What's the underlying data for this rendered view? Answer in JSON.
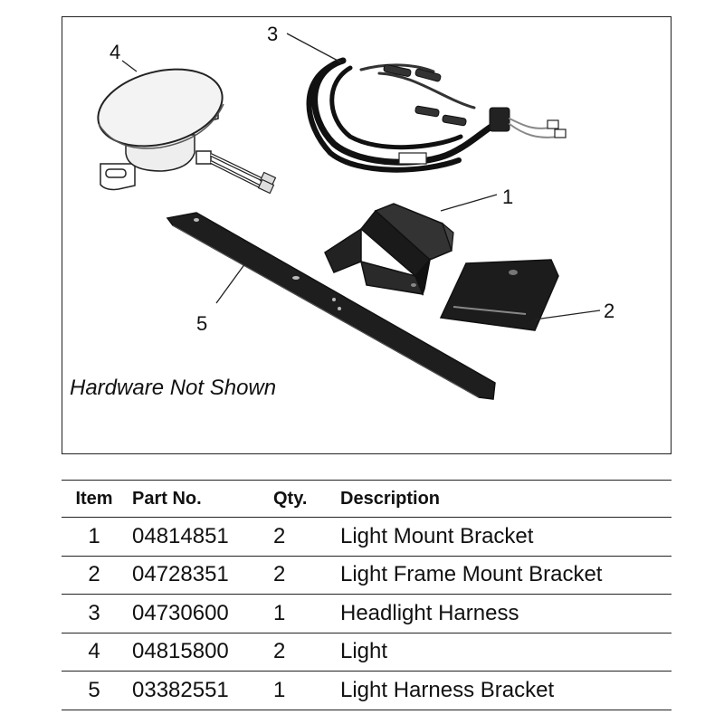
{
  "figure": {
    "callouts": [
      "1",
      "2",
      "3",
      "4",
      "5"
    ],
    "note": "Hardware Not Shown",
    "part_icons": [
      "light-mount-bracket-icon",
      "light-frame-mount-bracket-icon",
      "headlight-harness-icon",
      "light-icon",
      "light-harness-bracket-icon"
    ]
  },
  "table": {
    "headers": [
      "Item",
      "Part No.",
      "Qty.",
      "Description"
    ],
    "rows": [
      {
        "item": "1",
        "part_no": "04814851",
        "qty": "2",
        "description": "Light Mount Bracket"
      },
      {
        "item": "2",
        "part_no": "04728351",
        "qty": "2",
        "description": "Light Frame Mount Bracket"
      },
      {
        "item": "3",
        "part_no": "04730600",
        "qty": "1",
        "description": "Headlight Harness"
      },
      {
        "item": "4",
        "part_no": "04815800",
        "qty": "2",
        "description": "Light"
      },
      {
        "item": "5",
        "part_no": "03382551",
        "qty": "1",
        "description": "Light Harness Bracket"
      }
    ]
  }
}
